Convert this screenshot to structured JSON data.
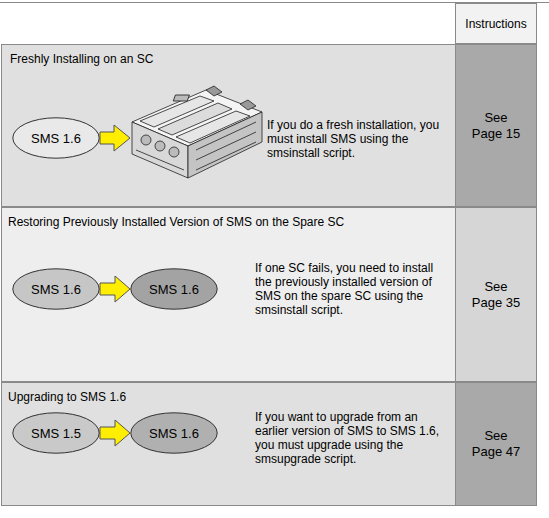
{
  "diagram": {
    "nodes": [
      {
        "text": [
          "Instructions"
        ]
      },
      {
        "text": [
          "Freshly Installing on an SC",
          "If you do a fresh installation, you must install SMS using the smsinstall script."
        ]
      },
      {
        "text": [
          "SMS 1.6"
        ],
        "in": 1
      },
      {
        "text": [
          "See Page 15"
        ]
      },
      {
        "text": [
          "Restoring Previously Installed Version of SMS on the Spare SC",
          "If one SC fails, you need to install the previously installed version of SMS on the spare SC using the smsinstall script."
        ]
      },
      {
        "text": [
          "SMS 1.6"
        ],
        "in": 4
      },
      {
        "text": [
          "SMS 1.6"
        ],
        "in": 4
      },
      {
        "text": [
          "See Page 35"
        ]
      },
      {
        "text": [
          "Upgrading to SMS 1.6",
          "If you want to upgrade from an earlier version of SMS to SMS 1.6, you must upgrade using the smsupgrade script."
        ]
      },
      {
        "text": [
          "SMS 1.5"
        ],
        "in": 8
      },
      {
        "text": [
          "SMS 1.6"
        ],
        "in": 8
      },
      {
        "text": [
          "See Page 47"
        ]
      }
    ],
    "edges": [
      {
        "from": 5,
        "to": 6,
        "arrow": "to"
      },
      {
        "from": 9,
        "to": 10,
        "arrow": "to"
      }
    ]
  }
}
